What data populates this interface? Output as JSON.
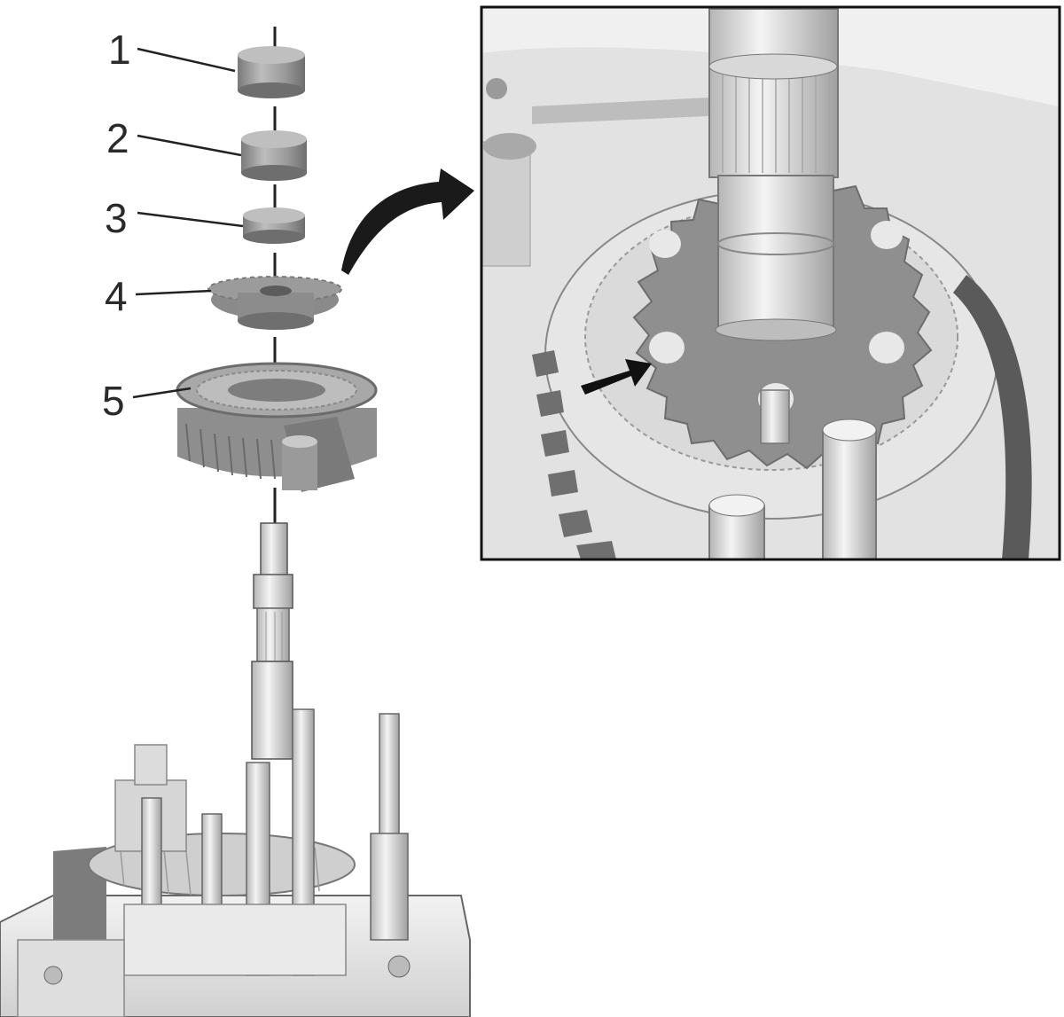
{
  "callouts": [
    {
      "number": "1",
      "part": "bearing-sleeve"
    },
    {
      "number": "2",
      "part": "bearing-sleeve"
    },
    {
      "number": "3",
      "part": "bearing-sleeve"
    },
    {
      "number": "4",
      "part": "carrier-gear"
    },
    {
      "number": "5",
      "part": "ring-gear-assembly"
    }
  ],
  "colors": {
    "part_dark": "#8c8c8c",
    "part_mid": "#a6a6a6",
    "part_light": "#cfcfcf",
    "housing": "#e6e6e6",
    "outline": "#1a1a1a",
    "gear_detail": "#8f8f8f"
  },
  "detail_inset": {
    "frame": "border-black",
    "pointer": "curved-arrow"
  }
}
